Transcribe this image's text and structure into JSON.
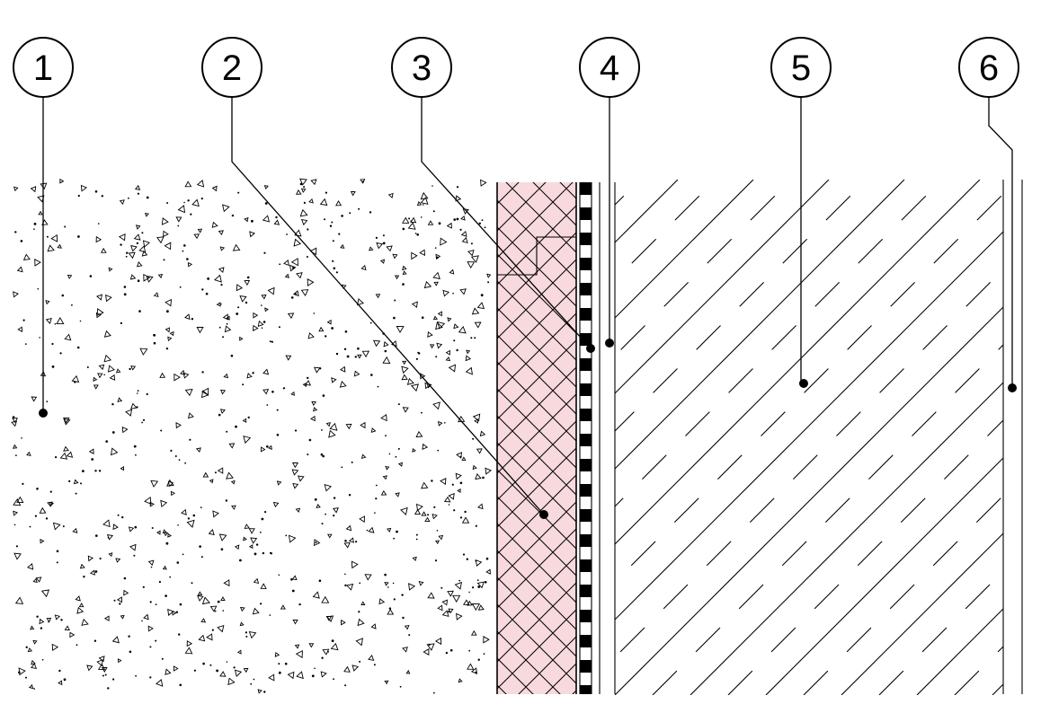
{
  "diagram": {
    "type": "construction-section-detail",
    "callouts": [
      {
        "label": "1",
        "layer": "soil"
      },
      {
        "label": "2",
        "layer": "insulation"
      },
      {
        "label": "3",
        "layer": "waterproofing-edge"
      },
      {
        "label": "4",
        "layer": "waterproofing-membrane"
      },
      {
        "label": "5",
        "layer": "concrete-wall"
      },
      {
        "label": "6",
        "layer": "interior-finish"
      }
    ],
    "colors": {
      "insulation_fill": "#f7d9de",
      "line": "#000000",
      "background": "#ffffff"
    }
  }
}
